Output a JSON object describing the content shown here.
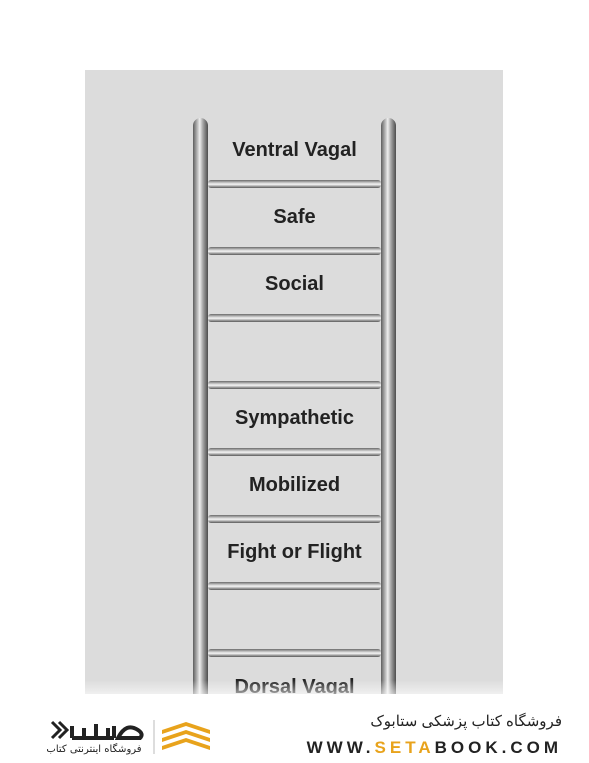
{
  "ladder": {
    "labels": [
      "Ventral Vagal",
      "Safe",
      "Social",
      "",
      "Sympathetic",
      "Mobilized",
      "Fight or Flight",
      "",
      "Dorsal Vagal"
    ]
  },
  "footer": {
    "store_name_fa": "فروشگاه کتاب پزشکی ستابوک",
    "url_prefix": "WWW.",
    "url_brand": "SETA",
    "url_suffix": "BOOK.COM",
    "logo_text_fa": "ستابوک",
    "logo_tagline_fa": "فروشگاه اینترنتی کتاب",
    "accent_color": "#e8a31c"
  }
}
